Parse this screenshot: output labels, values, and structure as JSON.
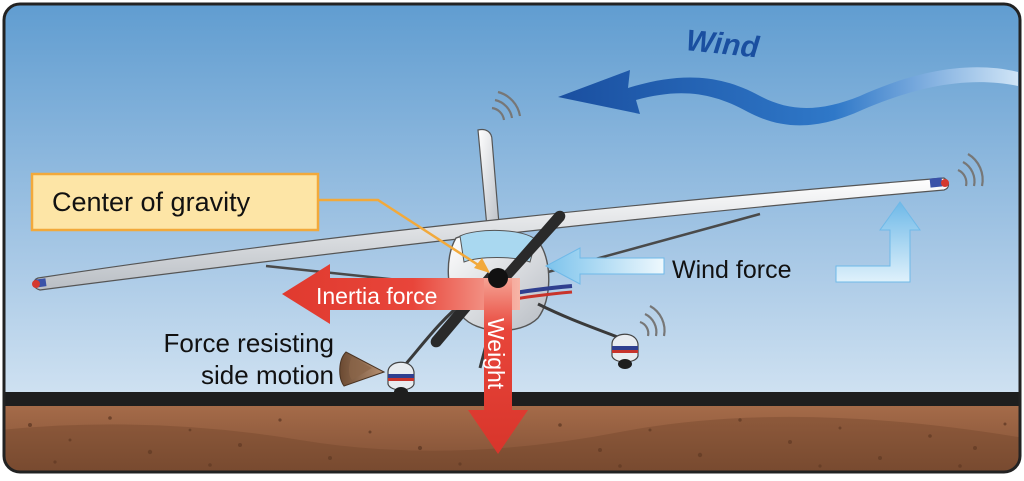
{
  "labels": {
    "wind": "Wind",
    "center_of_gravity": "Center of gravity",
    "wind_force": "Wind force",
    "inertia_force": "Inertia force",
    "weight": "Weight",
    "resisting_line1": "Force resisting",
    "resisting_line2": "side motion"
  },
  "colors": {
    "sky_top": "#5f9cd0",
    "sky_bottom": "#e3eef7",
    "ground": "#8c5a3c",
    "force_arrow": "#e8453a",
    "wind_arrow": "#1d5aa8",
    "cg_box_fill": "#fde5a6",
    "cg_box_border": "#f2a93b",
    "wind_force_arrow": "#a9d8f2"
  },
  "icons": [
    "wind-arrow-icon",
    "wind-force-arrow-icon",
    "inertia-arrow-icon",
    "weight-arrow-icon",
    "resisting-force-cone-icon",
    "center-of-gravity-dot-icon"
  ]
}
